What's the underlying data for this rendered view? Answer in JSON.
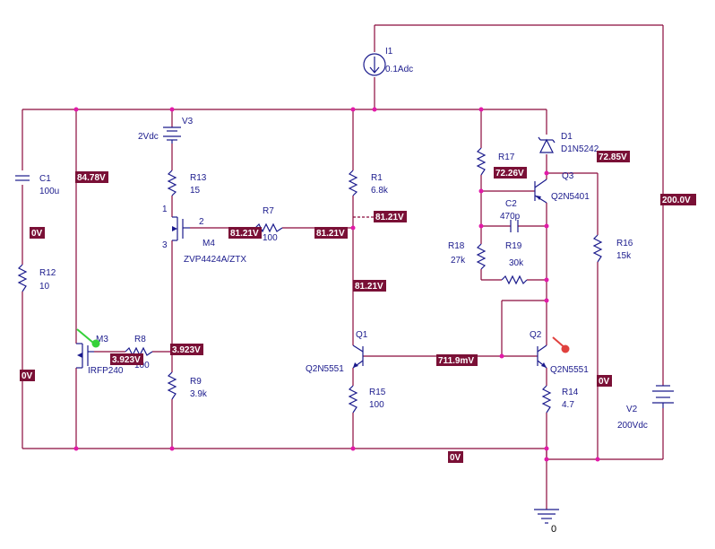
{
  "components": {
    "I1": {
      "name": "I1",
      "value": "0.1Adc"
    },
    "V3": {
      "name": "V3",
      "value": "2Vdc"
    },
    "C1": {
      "name": "C1",
      "value": "100u"
    },
    "R12": {
      "name": "R12",
      "value": "10"
    },
    "R13": {
      "name": "R13",
      "value": "15"
    },
    "R7": {
      "name": "R7",
      "value": "100"
    },
    "M4": {
      "name": "M4",
      "value": "ZVP4424A/ZTX"
    },
    "R1": {
      "name": "R1",
      "value": "6.8k"
    },
    "D1": {
      "name": "D1",
      "value": "D1N5242"
    },
    "R17": {
      "name": "R17",
      "value": ""
    },
    "Q3": {
      "name": "Q3",
      "value": "Q2N5401"
    },
    "C2": {
      "name": "C2",
      "value": "470p"
    },
    "R18": {
      "name": "R18",
      "value": "27k"
    },
    "R19": {
      "name": "R19",
      "value": "30k"
    },
    "R16": {
      "name": "R16",
      "value": "15k"
    },
    "V2": {
      "name": "V2",
      "value": "200Vdc"
    },
    "M3": {
      "name": "M3",
      "value": "IRFP240"
    },
    "R8": {
      "name": "R8",
      "value": "100"
    },
    "R9": {
      "name": "R9",
      "value": "3.9k"
    },
    "Q1": {
      "name": "Q1",
      "value": "Q2N5551"
    },
    "Q2": {
      "name": "Q2",
      "value": "Q2N5551"
    },
    "R15": {
      "name": "R15",
      "value": "100"
    },
    "R14": {
      "name": "R14",
      "value": "4.7"
    }
  },
  "pins": {
    "m4_gate": "2",
    "m4_top": "1",
    "m4_bottom": "3"
  },
  "ground_label": "0",
  "voltages": {
    "v_8478": "84.78V",
    "v_0_c1": "0V",
    "v_0_left": "0V",
    "v_8121_r7l": "81.21V",
    "v_8121_r7r": "81.21V",
    "v_8121_r1": "81.21V",
    "v_8121_q1": "81.21V",
    "v_7226": "72.26V",
    "v_7285": "72.85V",
    "v_2000": "200.0V",
    "v_3923_r8": "3.923V",
    "v_3923_r9": "3.923V",
    "v_7119": "711.9mV",
    "v_0_r16": "0V",
    "v_0_bottom": "0V"
  },
  "colors": {
    "wire": "#8b0a3c",
    "component": "#1a1a8c",
    "junction": "#e21aa8",
    "marker_box": "#7a1036",
    "probe_green": "#35d13a",
    "probe_red": "#e0413e"
  }
}
